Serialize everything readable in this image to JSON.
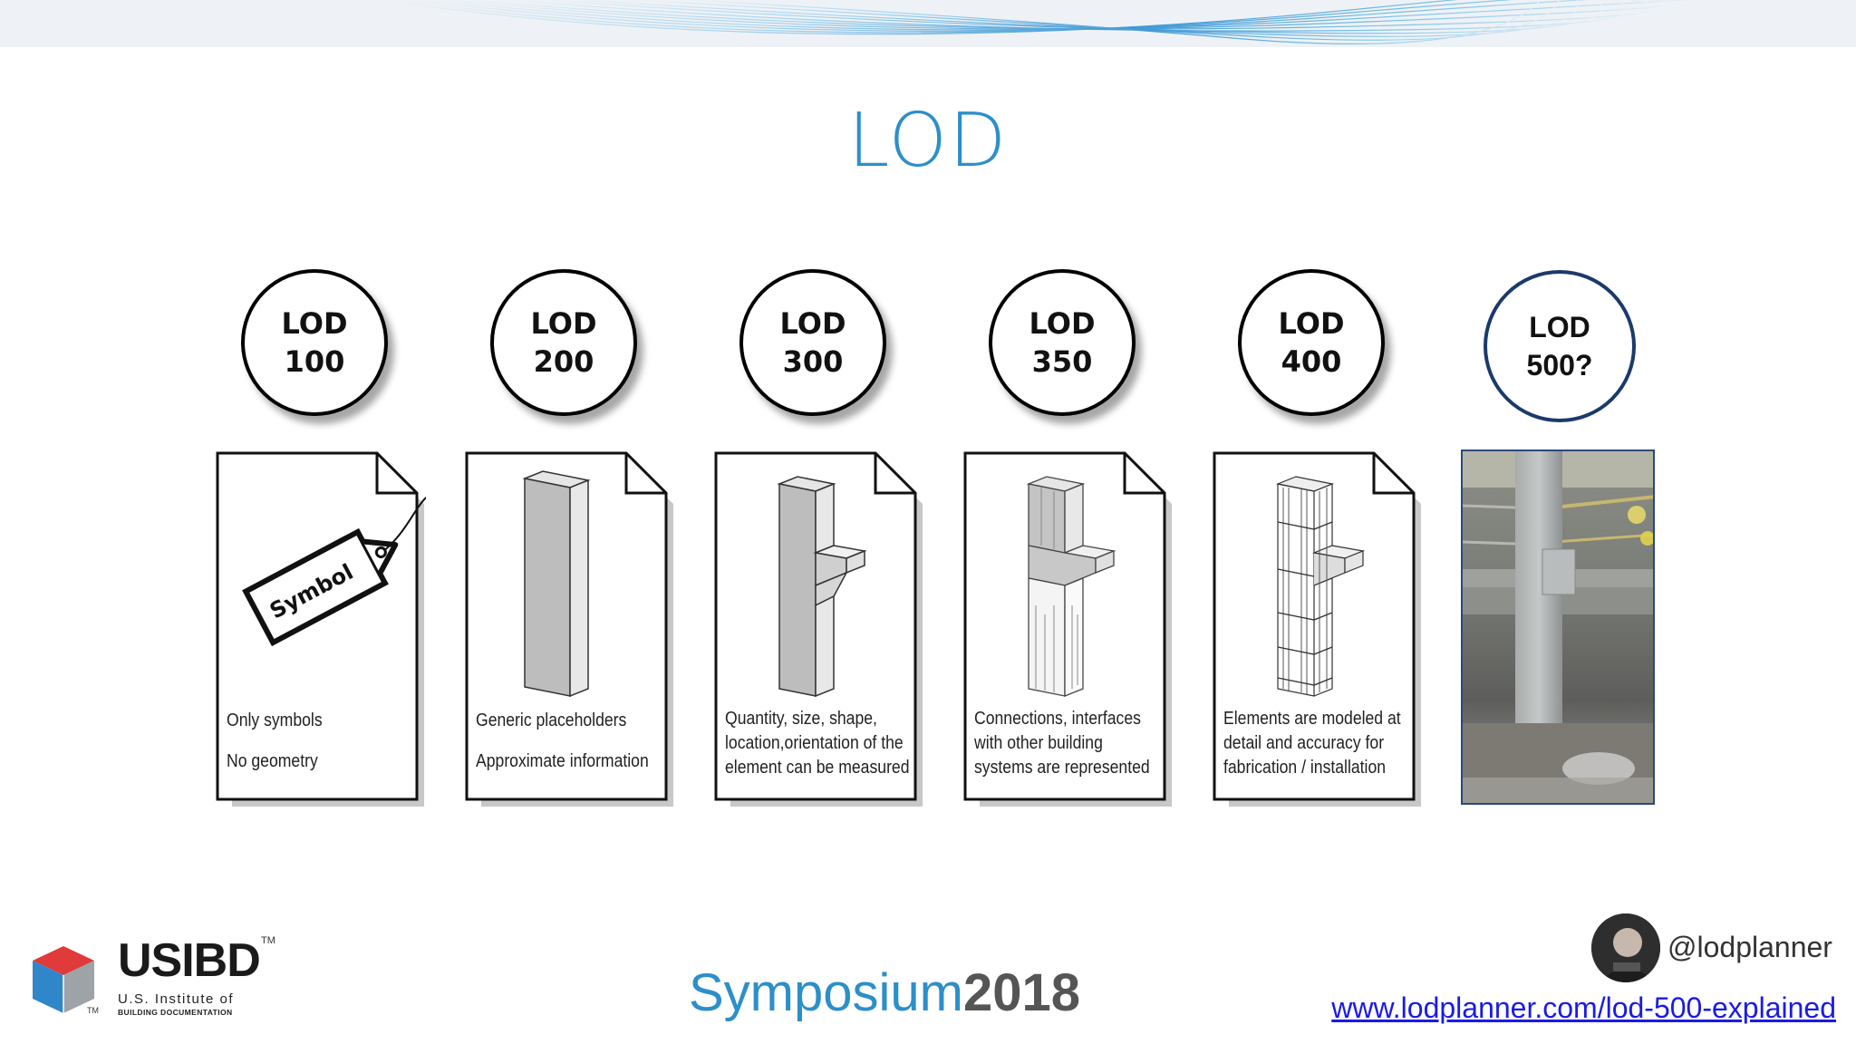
{
  "slide": {
    "title": "LOD"
  },
  "levels": [
    {
      "line1": "LOD",
      "line2": "100",
      "caption": [
        "Only symbols",
        "No geometry"
      ],
      "tag_text": "Symbol"
    },
    {
      "line1": "LOD",
      "line2": "200",
      "caption": [
        "Generic placeholders",
        "Approximate information"
      ]
    },
    {
      "line1": "LOD",
      "line2": "300",
      "caption": [
        "Quantity, size, shape,",
        "location,orientation of the",
        "element can be measured"
      ]
    },
    {
      "line1": "LOD",
      "line2": "350",
      "caption": [
        "Connections, interfaces",
        "with other building",
        "systems are represented"
      ]
    },
    {
      "line1": "LOD",
      "line2": "400",
      "caption": [
        "Elements are modeled at",
        "detail and accuracy for",
        "fabrication / installation"
      ]
    },
    {
      "line1": "LOD",
      "line2": "500?"
    }
  ],
  "footer": {
    "logo_name": "USIBD",
    "logo_tm": "TM",
    "logo_line1": "U.S. Institute of",
    "logo_line2": "BUILDING DOCUMENTATION",
    "event_name": "Symposium",
    "event_year": "2018",
    "handle": "@lodplanner",
    "link": "www.lodplanner.com/lod-500-explained"
  },
  "colors": {
    "title": "#2c8fc9",
    "link": "#1a1ae6",
    "circle_special_border": "#1b3a6b"
  }
}
